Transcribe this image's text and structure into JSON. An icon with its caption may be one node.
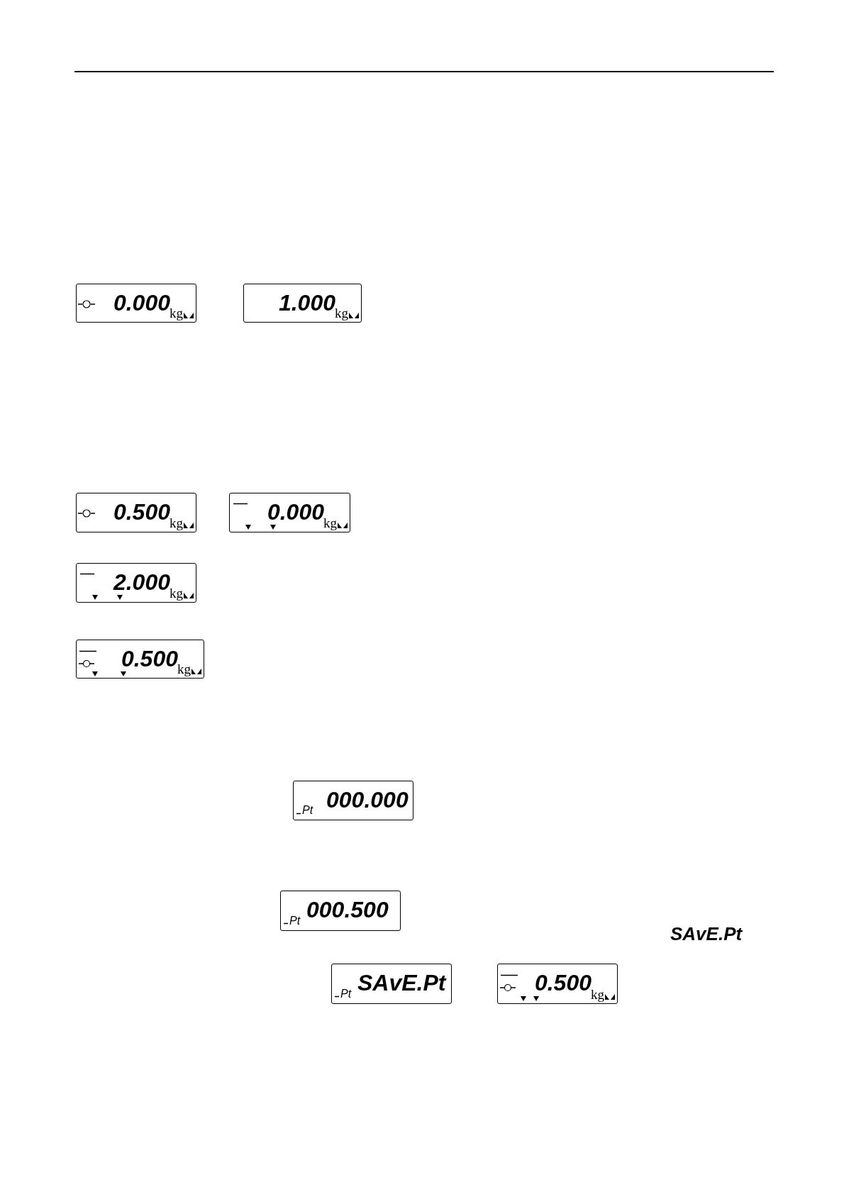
{
  "diagram": {
    "nodes": [
      {
        "text": [
          "0.000",
          "kg"
        ]
      },
      {
        "text": [
          "1.000",
          "kg"
        ]
      },
      {
        "text": [
          "0.500",
          "kg"
        ]
      },
      {
        "text": [
          "0.000",
          "kg"
        ]
      },
      {
        "text": [
          "2.000",
          "kg"
        ]
      },
      {
        "text": [
          "0.500",
          "kg"
        ]
      },
      {
        "text": [
          "Pt",
          "000.000"
        ]
      },
      {
        "text": [
          "Pt",
          "000.500"
        ]
      },
      {
        "text": [
          "Pt",
          "SAvE.Pt"
        ]
      },
      {
        "text": [
          "0.500",
          "kg"
        ]
      }
    ],
    "labels": [
      "SAvE.Pt"
    ]
  }
}
